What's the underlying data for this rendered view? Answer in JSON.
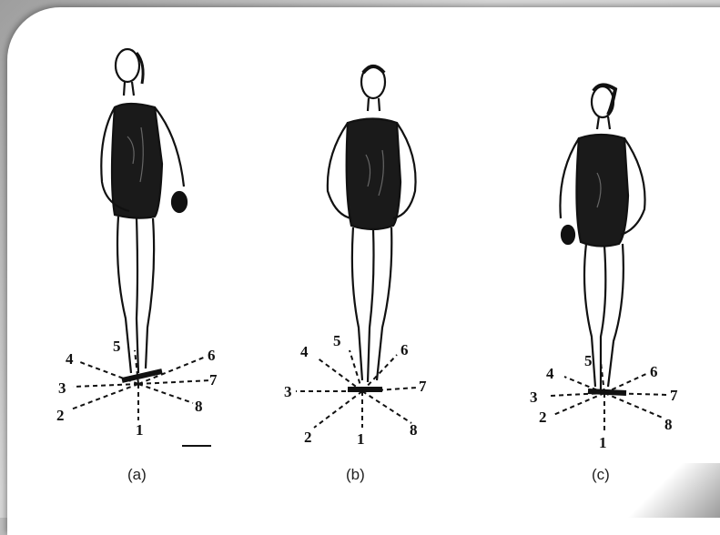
{
  "figures": [
    {
      "caption": "(a)",
      "labels": [
        "1",
        "2",
        "3",
        "4",
        "5",
        "6",
        "7",
        "8"
      ]
    },
    {
      "caption": "(b)",
      "labels": [
        "1",
        "2",
        "3",
        "4",
        "5",
        "6",
        "7",
        "8"
      ]
    },
    {
      "caption": "(c)",
      "labels": [
        "1",
        "2",
        "3",
        "4",
        "5",
        "6",
        "7",
        "8"
      ]
    }
  ]
}
